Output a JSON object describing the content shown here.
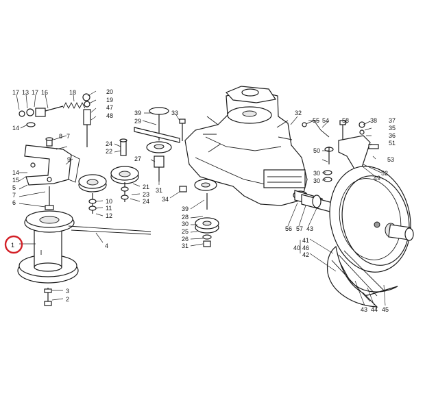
{
  "diagram": {
    "labels": [
      "17",
      "13",
      "17",
      "16",
      "18",
      "20",
      "19",
      "47",
      "48",
      "14",
      "8",
      "7",
      "9",
      "14",
      "15",
      "5",
      "7",
      "6",
      "1",
      "4",
      "3",
      "2",
      "24",
      "22",
      "27",
      "10",
      "11",
      "12",
      "21",
      "23",
      "24",
      "31",
      "34",
      "39",
      "29",
      "33",
      "32",
      "55",
      "54",
      "58",
      "38",
      "37",
      "35",
      "36",
      "51",
      "50",
      "53",
      "30",
      "30",
      "49",
      "52",
      "39",
      "28",
      "30",
      "25",
      "26",
      "31",
      "56",
      "57",
      "43",
      "41",
      "40",
      "46",
      "42",
      "43",
      "44",
      "45"
    ],
    "highlighted_label": "1",
    "highlight_color": "#d31f26"
  }
}
